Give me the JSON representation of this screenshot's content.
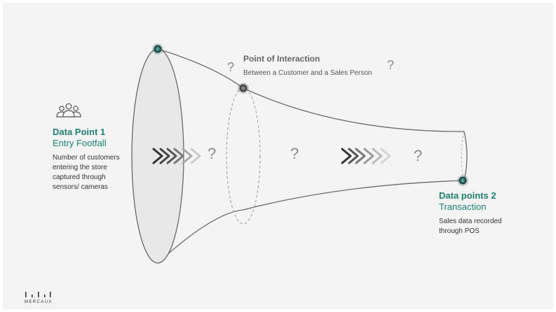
{
  "data_point_1": {
    "title": "Data Point 1",
    "subtitle": "Entry Footfall",
    "description": "Number of customers entering the store captured through sensors/ cameras",
    "icon": "people-group-icon"
  },
  "point_of_interaction": {
    "title": "Point of Interaction",
    "description": "Between a Customer and a Sales Person"
  },
  "data_point_2": {
    "title": "Data points 2",
    "subtitle": "Transaction",
    "description": "Sales data recorded through POS"
  },
  "question_mark": "?",
  "logo": {
    "text": "MERCAUX"
  },
  "colors": {
    "accent": "#1f7f6e",
    "node": "#2d5f58",
    "outline": "#6a6a6a",
    "background": "#f4f4f4"
  }
}
